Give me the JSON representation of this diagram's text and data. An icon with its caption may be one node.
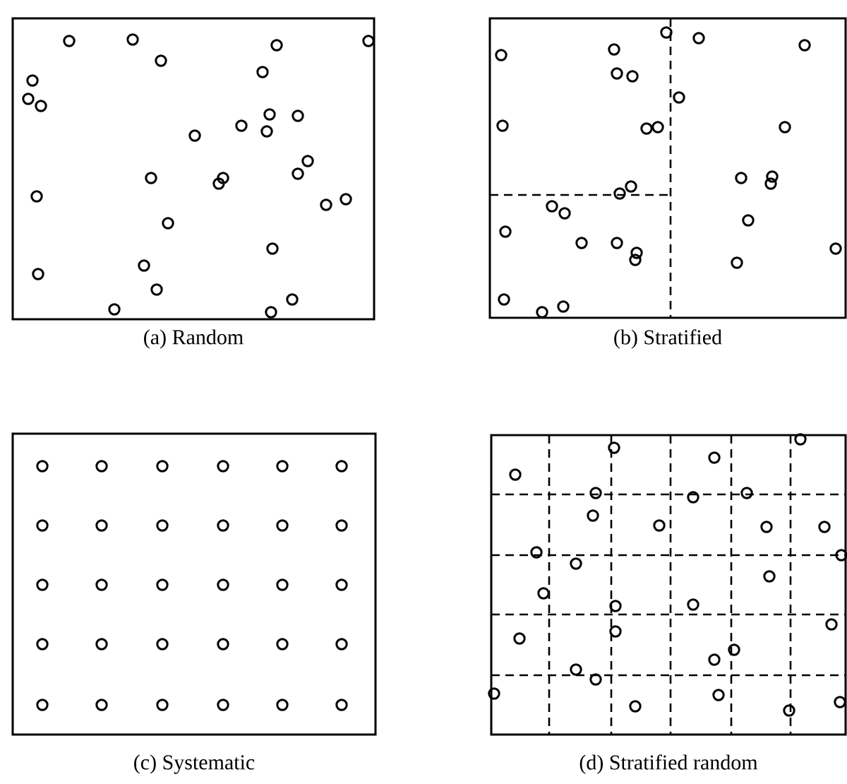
{
  "diagram": {
    "nodes": [
      {
        "text": [
          "(a) Random"
        ]
      },
      {
        "text": [
          "(b) Stratified"
        ]
      },
      {
        "text": [
          "(c) Systematic"
        ]
      },
      {
        "text": [
          "(d) Stratified random"
        ]
      }
    ]
  }
}
